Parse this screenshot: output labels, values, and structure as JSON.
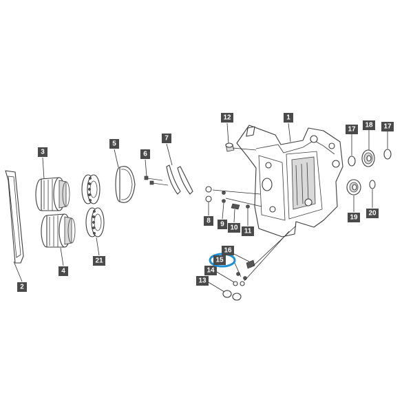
{
  "callouts": [
    "1",
    "2",
    "3",
    "4",
    "5",
    "6",
    "7",
    "8",
    "9",
    "10",
    "11",
    "12",
    "13",
    "14",
    "15",
    "16",
    "17",
    "17",
    "18",
    "19",
    "20",
    "21"
  ],
  "highlighted_callout": "15",
  "colors": {
    "callout_bg": "#4a4a4a",
    "callout_text": "#ffffff",
    "highlight": "#1e90d6",
    "line": "#3a3a3a"
  }
}
